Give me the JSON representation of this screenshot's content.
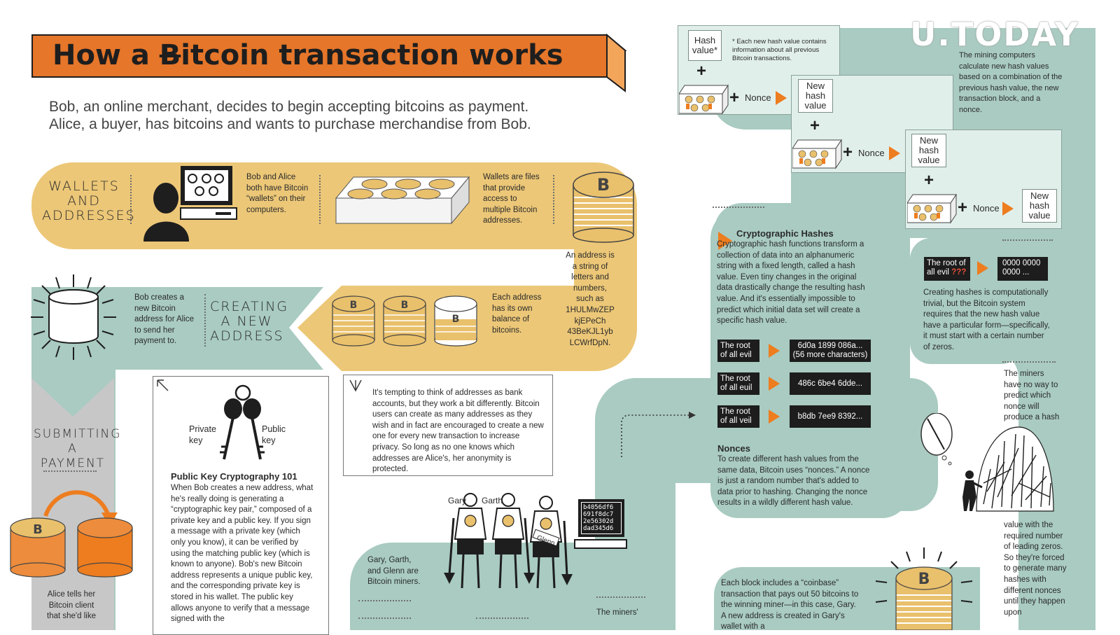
{
  "header": {
    "title": "How a Bitcoin transaction works",
    "title_pre": "How a ",
    "title_b": "B",
    "title_post": "itcoin transaction works",
    "intro_1": "Bob, an online merchant, decides to begin accepting bitcoins as payment.",
    "intro_2": "Alice, a buyer, has bitcoins and wants to purchase merchandise from Bob."
  },
  "watermark": "U.TODAY",
  "sections": {
    "wallets": {
      "heading_1": "WALLETS",
      "heading_2": "AND",
      "heading_3": "ADDRESSES",
      "text_1": "Bob and Alice both have Bitcoin “wallets” on their computers.",
      "text_2": "Wallets are files that provide access to multiple Bitcoin addresses."
    },
    "address_note": "An address is a string of letters and numbers, such as 1HULMwZEP kjEPeCh 43BeKJL1yb LCWrfDpN.",
    "creating": {
      "heading_1": "CREATING",
      "heading_2": "A NEW",
      "heading_3": "ADDRESS",
      "text_1": "Bob creates a new Bitcoin address for Alice to send her payment to.",
      "text_2": "Each address has its own balance of bitcoins."
    },
    "submitting": {
      "heading_1": "SUBMITTING",
      "heading_2": "A PAYMENT",
      "text": "Alice tells her Bitcoin client that she'd like"
    },
    "pkc": {
      "private_label": "Private key",
      "public_label": "Public key",
      "title": "Public Key Cryptography 101",
      "body": "When Bob creates a new address, what he's really doing is generating a “cryptographic key pair,” composed of a private key and a public key. If you sign a message with a private key (which only you know), it can be verified by using the matching public key (which is known to anyone). Bob's new Bitcoin address represents a unique public key, and the corresponding private key is stored in his wallet. The public key allows anyone to verify that a message signed with the"
    },
    "privacy_note": "It's tempting to think of addresses as bank accounts, but they work a bit differently. Bitcoin users can create as many addresses as they wish and in fact are encouraged to create a new one for every new transaction to increase privacy. So long as no one knows which addresses are Alice's, her anonymity is protected.",
    "miners": {
      "name_1": "Gary",
      "name_2": "Garth",
      "name_3": "Glenn",
      "text": "Gary, Garth, and Glenn are Bitcoin miners.",
      "screen": "b4056df6 691f8dc7 2e56302d dad345d6",
      "the_miners": "The miners'"
    },
    "mining": {
      "hash_value": "Hash value*",
      "footnote": "* Each new hash value contains information about all previous Bitcoin transactions.",
      "nonce": "Nonce",
      "new_hash": "New hash value",
      "desc": "The mining computers calculate new hash values based on a combination of the previous hash value, the new transaction block, and a nonce."
    },
    "crypto": {
      "title": "Cryptographic Hashes",
      "body": "Cryptographic hash functions transform a collection of data into an alphanumeric string with a fixed length, called a hash value. Even tiny changes in the original data drastically change the resulting hash value. And it's essentially impossible to predict which initial data set will create a specific hash value.",
      "rows": [
        {
          "line1": "The root",
          "line2": "of all evil",
          "hash_1": "6d0a 1899 086a...",
          "hash_2": "(56 more characters)"
        },
        {
          "line1": "The root",
          "line2": "of all euil",
          "hash_1": "486c 6be4 6dde...",
          "hash_2": ""
        },
        {
          "line1": "The root",
          "line2": "of all veil",
          "hash_1": "b8db 7ee9 8392...",
          "hash_2": ""
        }
      ],
      "nonce_title": "Nonces",
      "nonce_body": "To create different hash values from the same data, Bitcoin uses “nonces.” A nonce is just a random number that's added to data prior to hashing. Changing the nonce results in a wildly different hash value."
    },
    "zeros": {
      "root_1": "The root of",
      "root_2": "all evil",
      "qmarks": "???",
      "zeros_1": "0000 0000",
      "zeros_2": "0000 ...",
      "text": "Creating hashes is computationally trivial, but the Bitcoin system requires that the new hash value have a particular form—specifically, it must start with a certain number of zeros."
    },
    "predict": {
      "text_1": "The miners have no way to predict which nonce will produce a hash",
      "text_2": "value with the required number of leading zeros. So they're forced to generate many hashes with different nonces until they happen upon"
    },
    "coinbase": "Each block includes a “coinbase” transaction that pays out 50 bitcoins to the winning miner—in this case, Gary. A new address is created in Gary's wallet with a"
  }
}
